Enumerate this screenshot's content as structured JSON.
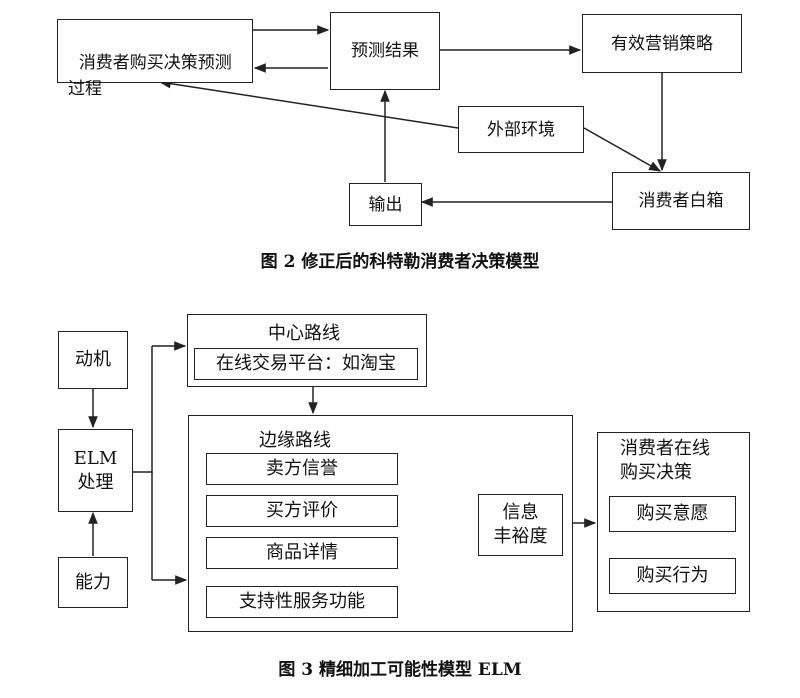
{
  "fig2": {
    "nodes": {
      "process": "消费者购买决策预测过程",
      "prediction": "预测结果",
      "strategy": "有效营销策略",
      "environment": "外部环境",
      "whitebox": "消费者白箱",
      "output": "输出"
    },
    "caption": "图 2  修正后的科特勒消费者决策模型"
  },
  "fig3": {
    "motivation": "动机",
    "elm": "ELM\n处理",
    "ability": "能力",
    "central_title": "中心路线",
    "central_item": "在线交易平台：如淘宝",
    "peripheral_title": "边缘路线",
    "peripheral_items": [
      "卖方信誉",
      "买方评价",
      "商品详情",
      "支持性服务功能"
    ],
    "richness": "信息\n丰裕度",
    "decision_title": "消费者在线\n购买决策",
    "decision_items": [
      "购买意愿",
      "购买行为"
    ],
    "caption": "图 3  精细加工可能性模型 ELM"
  }
}
